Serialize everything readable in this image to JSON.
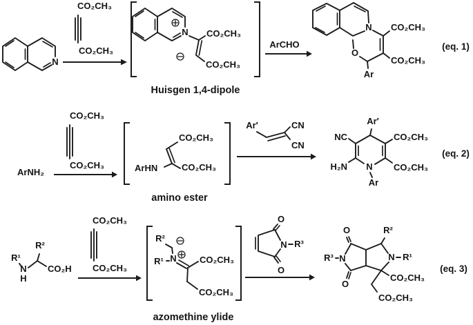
{
  "figure": {
    "type": "chemical-reaction-scheme",
    "background": "#ffffff",
    "ink": "#1c1c1c"
  },
  "labels": {
    "ester": "CO₂CH₃",
    "acid": "CO₂H",
    "nitrogen": "N",
    "oxygen": "O",
    "hydrogen": "H",
    "nitrile_nc": "NC",
    "nitrile_cn": "CN",
    "amine_h2n": "H₂N",
    "aryl": "Ar",
    "aryl_prime": "Ar′",
    "aryl_amine": "ArNH₂",
    "aryl_nh": "ArHN",
    "aryl_aldehyde": "ArCHO",
    "r1": "R¹",
    "r2": "R²",
    "r3": "R³"
  },
  "eq1": {
    "tag": "(eq. 1)",
    "intermediate_caption": "Huisgen 1,4-dipole",
    "second_arrow_reagent": "ArCHO"
  },
  "eq2": {
    "tag": "(eq. 2)",
    "intermediate_caption": "amino ester"
  },
  "eq3": {
    "tag": "(eq. 3)",
    "intermediate_caption": "azomethine ylide"
  }
}
